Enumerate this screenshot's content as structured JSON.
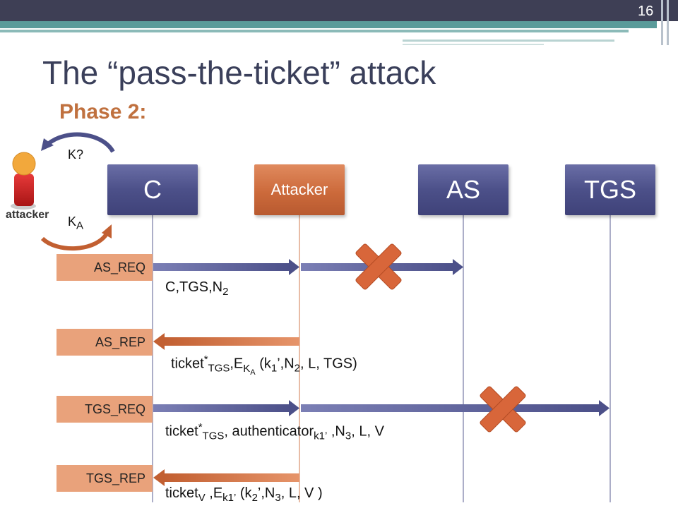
{
  "slide": {
    "number": "16",
    "title": "The “pass-the-ticket” attack",
    "phase": "Phase 2:"
  },
  "attacker_figure": {
    "caption": "attacker",
    "k_query": "K?",
    "k_answer_base": "K",
    "k_answer_sub": "A"
  },
  "entities": {
    "c": "C",
    "attacker": "Attacker",
    "as": "AS",
    "tgs": "TGS"
  },
  "messages": {
    "as_req": "AS_REQ",
    "as_rep": "AS_REP",
    "tgs_req": "TGS_REQ",
    "tgs_rep": "TGS_REP"
  },
  "payloads": {
    "as_req": {
      "text": "C,TGS,N",
      "sub": "2"
    },
    "as_rep": {
      "p1": "ticket",
      "sup1": "*",
      "sub1": "TGS",
      "p2": ",E",
      "sub2": "K",
      "sub2b": "A",
      "p3": " (k",
      "sub3": "1",
      "p4": "’,N",
      "sub4": "2",
      "p5": ", L, TGS)"
    },
    "tgs_req": {
      "p1": "ticket",
      "sup1": "*",
      "sub1": "TGS",
      "p2": ", authenticator",
      "sub2": "k1’",
      "p3": " ,N",
      "sub3": "3",
      "p4": ", L, V"
    },
    "tgs_rep": {
      "p1": "ticket",
      "sub1": "V",
      "p2": " ,E",
      "sub2": "k1’",
      "p3": " (k",
      "sub3": "2",
      "p4": "’,N",
      "sub4": "3",
      "p5": ", L, V )"
    }
  },
  "colors": {
    "blue": "#4c5089",
    "orange": "#cc6a3b",
    "msg_fill": "#e9a27b",
    "cross": "#d8663a"
  },
  "icons": [
    "attacker-person-icon",
    "cycle-arrow-icon",
    "cross-x-icon"
  ]
}
